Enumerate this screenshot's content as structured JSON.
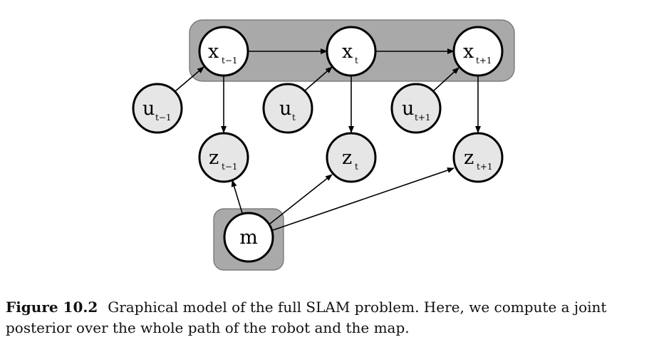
{
  "nodes": {
    "x_prev": {
      "base": "x",
      "sub": "t−1"
    },
    "x_cur": {
      "base": "x",
      "sub": "t"
    },
    "x_next": {
      "base": "x",
      "sub": "t+1"
    },
    "u_prev": {
      "base": "u",
      "sub": "t−1"
    },
    "u_cur": {
      "base": "u",
      "sub": "t"
    },
    "u_next": {
      "base": "u",
      "sub": "t+1"
    },
    "z_prev": {
      "base": "z",
      "sub": "t−1"
    },
    "z_cur": {
      "base": "z",
      "sub": "t"
    },
    "z_next": {
      "base": "z",
      "sub": "t+1"
    },
    "m": {
      "base": "m",
      "sub": ""
    }
  },
  "caption": {
    "label": "Figure 10.2",
    "text": "Graphical model of the full SLAM problem. Here, we compute a joint posterior over the whole path of the robot and the map."
  }
}
